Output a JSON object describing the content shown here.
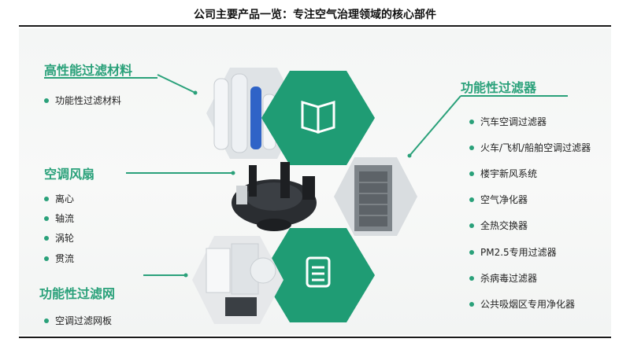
{
  "page_title": "公司主要产品一览：专注空气治理领域的核心部件",
  "sections": {
    "filter_material": {
      "heading": "高性能过滤材料",
      "items": [
        "功能性过滤材料"
      ]
    },
    "fan": {
      "heading": "空调风扇",
      "items": [
        "离心",
        "轴流",
        "涡轮",
        "贯流"
      ]
    },
    "filter_mesh": {
      "heading": "功能性过滤网",
      "items": [
        "空调过滤网板"
      ]
    },
    "filter": {
      "heading": "功能性过滤器",
      "items": [
        "汽车空调过滤器",
        "火车/飞机/船舶空调过滤器",
        "楼宇新风系统",
        "空气净化器",
        "全热交换器",
        "PM2.5专用过滤器",
        "杀病毒过滤器",
        "公共吸烟区专用净化器"
      ]
    }
  },
  "colors": {
    "accent": "#2aa17a",
    "hex_fill": "#1f9c74",
    "text": "#222222"
  },
  "icons": [
    "book-icon",
    "document-icon"
  ]
}
